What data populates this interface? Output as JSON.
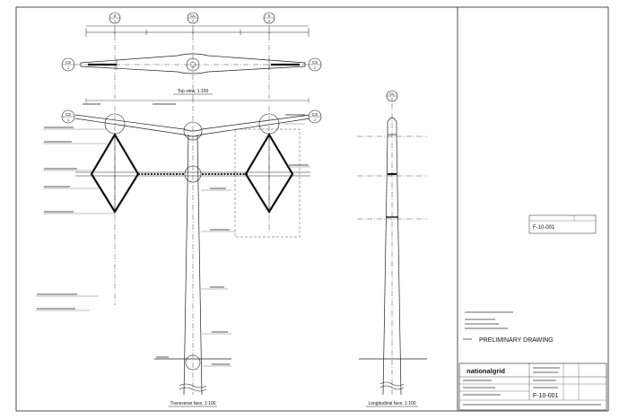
{
  "drawing": {
    "views": {
      "top": "Top view, 1:100",
      "transverse": "Transverse face, 1:100",
      "longitudinal": "Longitudinal face, 1:100"
    },
    "gridlines": {
      "left": {
        "label": "S",
        "num": "1"
      },
      "center": {
        "label": "CL",
        "num": "2"
      },
      "right": {
        "label": "S",
        "num": "3"
      },
      "longitudinal": {
        "label": "CL",
        "num": "2"
      }
    },
    "side_markers": {
      "cs_left": {
        "label": "CS",
        "num": "1"
      },
      "cs_right": {
        "label": "CS",
        "num": "2"
      }
    }
  },
  "title_block": {
    "drawing_number_top": "F-10-001",
    "status": "PRELIMINARY DRAWING",
    "company": "nationalgrid",
    "drawing_number_bottom": "F-10-001"
  }
}
